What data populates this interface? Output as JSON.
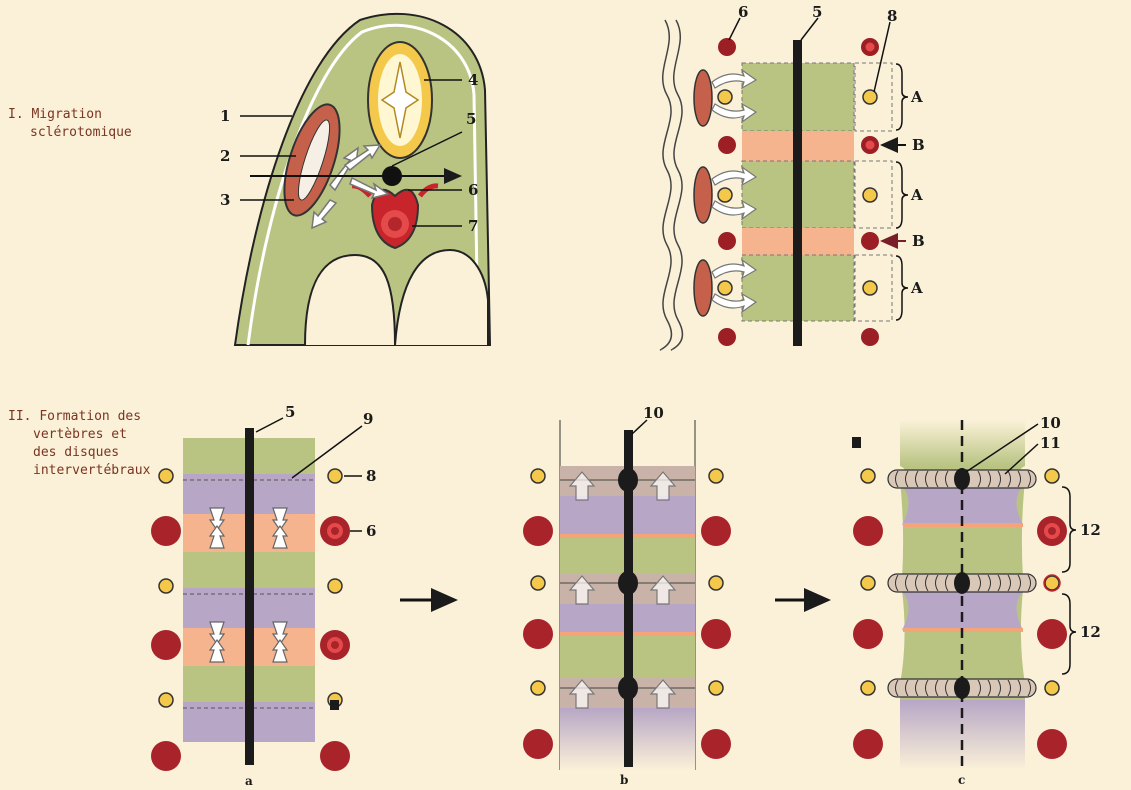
{
  "section1": {
    "roman": "I.",
    "line1": "Migration",
    "line2": "sclérotomique"
  },
  "section2": {
    "roman": "II.",
    "line1": "Formation des",
    "line2": "vertèbres et",
    "line3": "des disques",
    "line4": "intervertébraux"
  },
  "labels": {
    "n1": "1",
    "n2": "2",
    "n3": "3",
    "n4": "4",
    "n5": "5",
    "n6": "6",
    "n7": "7",
    "n8": "8",
    "n9": "9",
    "n10": "10",
    "n11": "11",
    "n12": "12",
    "A": "A",
    "B": "B",
    "a": "a",
    "b": "b",
    "c": "c"
  },
  "colors": {
    "background": "#fbf1d8",
    "green": "#b9c483",
    "purple": "#b7a6c6",
    "salmon": "#f5b48e",
    "red": "#b3262b",
    "yellow": "#f4c84a",
    "dark": "#1b1b1b"
  }
}
